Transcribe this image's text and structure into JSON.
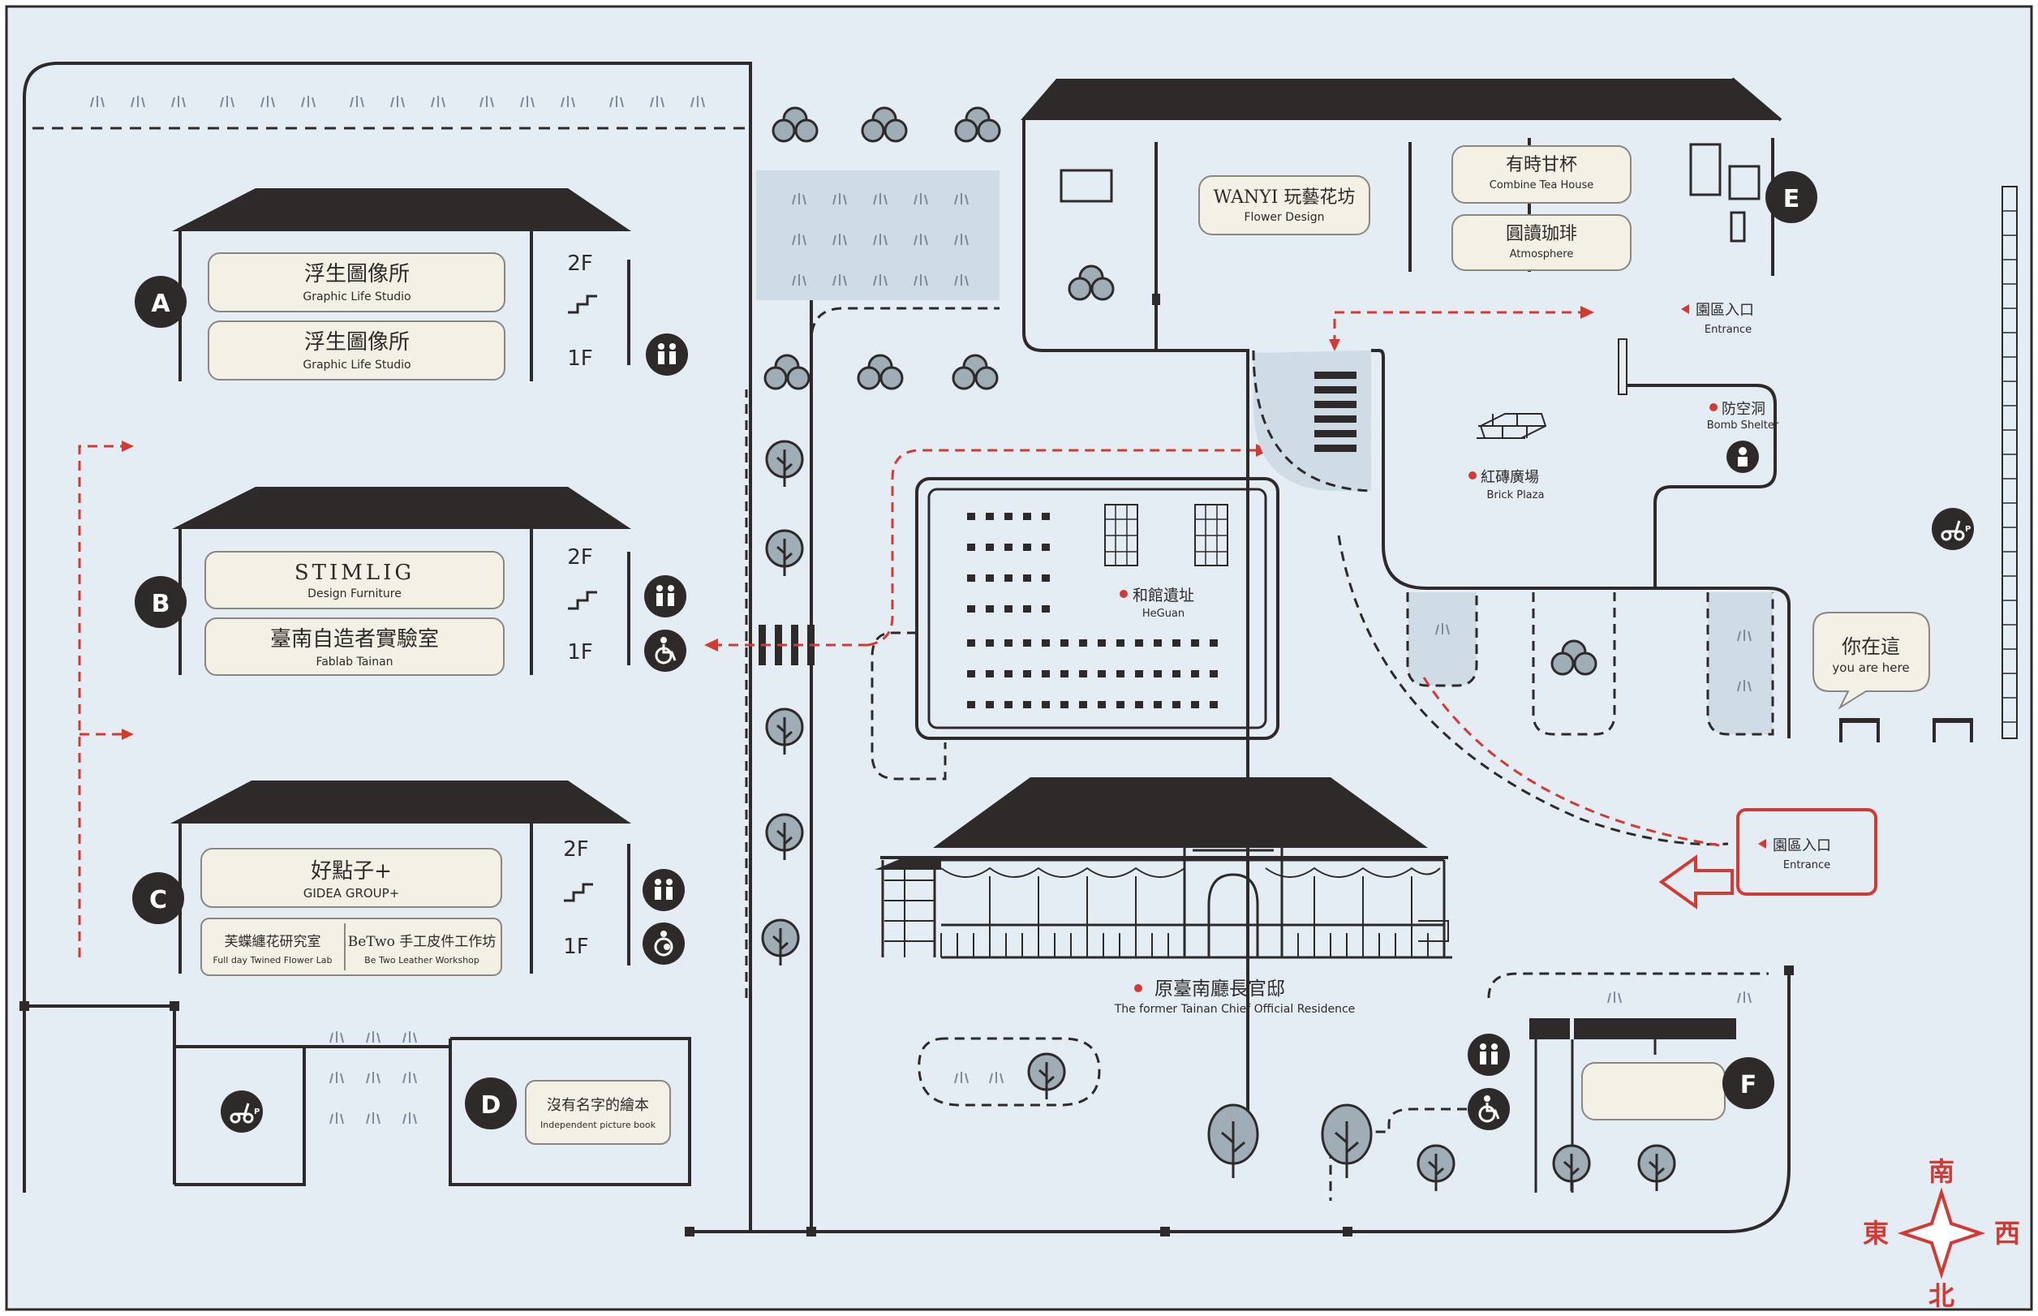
{
  "colors": {
    "board": "#e4ecf4",
    "ink": "#2f2a2a",
    "red": "#d23b34",
    "sign": "#f3f0e6",
    "tree": "#9fadb7",
    "path": "#cfdbe5"
  },
  "buildings": {
    "A": {
      "letter": "A",
      "floor_top": "2F",
      "floor_bottom": "1F",
      "sign_top": {
        "zh": "浮生圖像所",
        "en": "Graphic Life  Studio"
      },
      "sign_bottom": {
        "zh": "浮生圖像所",
        "en": "Graphic Life  Studio"
      }
    },
    "B": {
      "letter": "B",
      "floor_top": "2F",
      "floor_bottom": "1F",
      "sign_top": {
        "zh": "STIMLIG",
        "en": "Design Furniture"
      },
      "sign_bottom": {
        "zh": "臺南自造者實驗室",
        "en": "Fablab Tainan"
      }
    },
    "C": {
      "letter": "C",
      "floor_top": "2F",
      "floor_bottom": "1F",
      "sign_top": {
        "zh": "好點子+",
        "en": "GIDEA GROUP+"
      },
      "sign_left": {
        "zh": "芙蝶纏花研究室",
        "en": "Full day Twined Flower Lab"
      },
      "sign_right": {
        "zh": "BeTwo 手工皮件工作坊",
        "en": "Be Two Leather Workshop"
      }
    },
    "D": {
      "letter": "D",
      "sign": {
        "zh": "沒有名字的繪本",
        "en": "Independent picture book"
      }
    },
    "E": {
      "letter": "E",
      "sign_wanyi": {
        "zh": "WANYI 玩藝花坊",
        "en": "Flower Design"
      },
      "sign_tea": {
        "zh": "有時甘杯",
        "en": "Combine Tea House"
      },
      "sign_coffee": {
        "zh": "圓讀珈琲",
        "en": "Atmosphere"
      }
    },
    "F": {
      "letter": "F"
    }
  },
  "places": {
    "entrance_top": {
      "zh": "園區入口",
      "en": "Entrance"
    },
    "entrance_bottom": {
      "zh": "園區入口",
      "en": "Entrance"
    },
    "bomb_shelter": {
      "zh": "防空洞",
      "en": "Bomb Shelter"
    },
    "brick_plaza": {
      "zh": "紅磚廣場",
      "en": "Brick Plaza"
    },
    "heguan": {
      "zh": "和館遺址",
      "en": "HeGuan"
    },
    "residence": {
      "zh": "原臺南廳長官邸",
      "en": "The former Tainan Chief Official Residence"
    },
    "you_are_here": {
      "zh": "你在這",
      "en": "you are here"
    }
  },
  "compass": {
    "north": "北",
    "south": "南",
    "east": "東",
    "west": "西"
  },
  "icons": {
    "restroom": "restroom-icon",
    "wheelchair": "wheelchair-icon",
    "nursing": "nursing-room-icon",
    "scooter_parking": "scooter-parking-icon",
    "stairs": "stairs-icon",
    "tree": "tree-icon"
  }
}
